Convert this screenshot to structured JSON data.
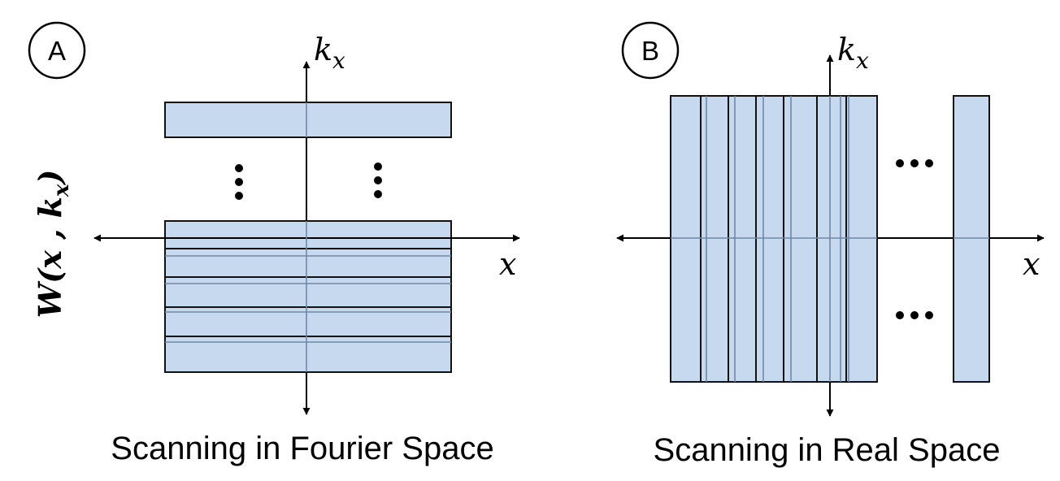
{
  "panel_a": {
    "badge": "A",
    "axis_y_label": "k",
    "axis_y_sub": "x",
    "axis_x_label": "x",
    "side_label": {
      "prefix": "W(",
      "x": "x",
      "comma": " , ",
      "k": "k",
      "k_sub": "x",
      "suffix": ")"
    },
    "caption": "Scanning in Fourier Space"
  },
  "panel_b": {
    "badge": "B",
    "axis_y_label": "k",
    "axis_y_sub": "x",
    "axis_x_label": "x",
    "caption": "Scanning in Real Space"
  },
  "colors": {
    "strip_fill": "#c6d9ef",
    "strip_border": "#111111",
    "inner_line": "#6f87a6"
  }
}
